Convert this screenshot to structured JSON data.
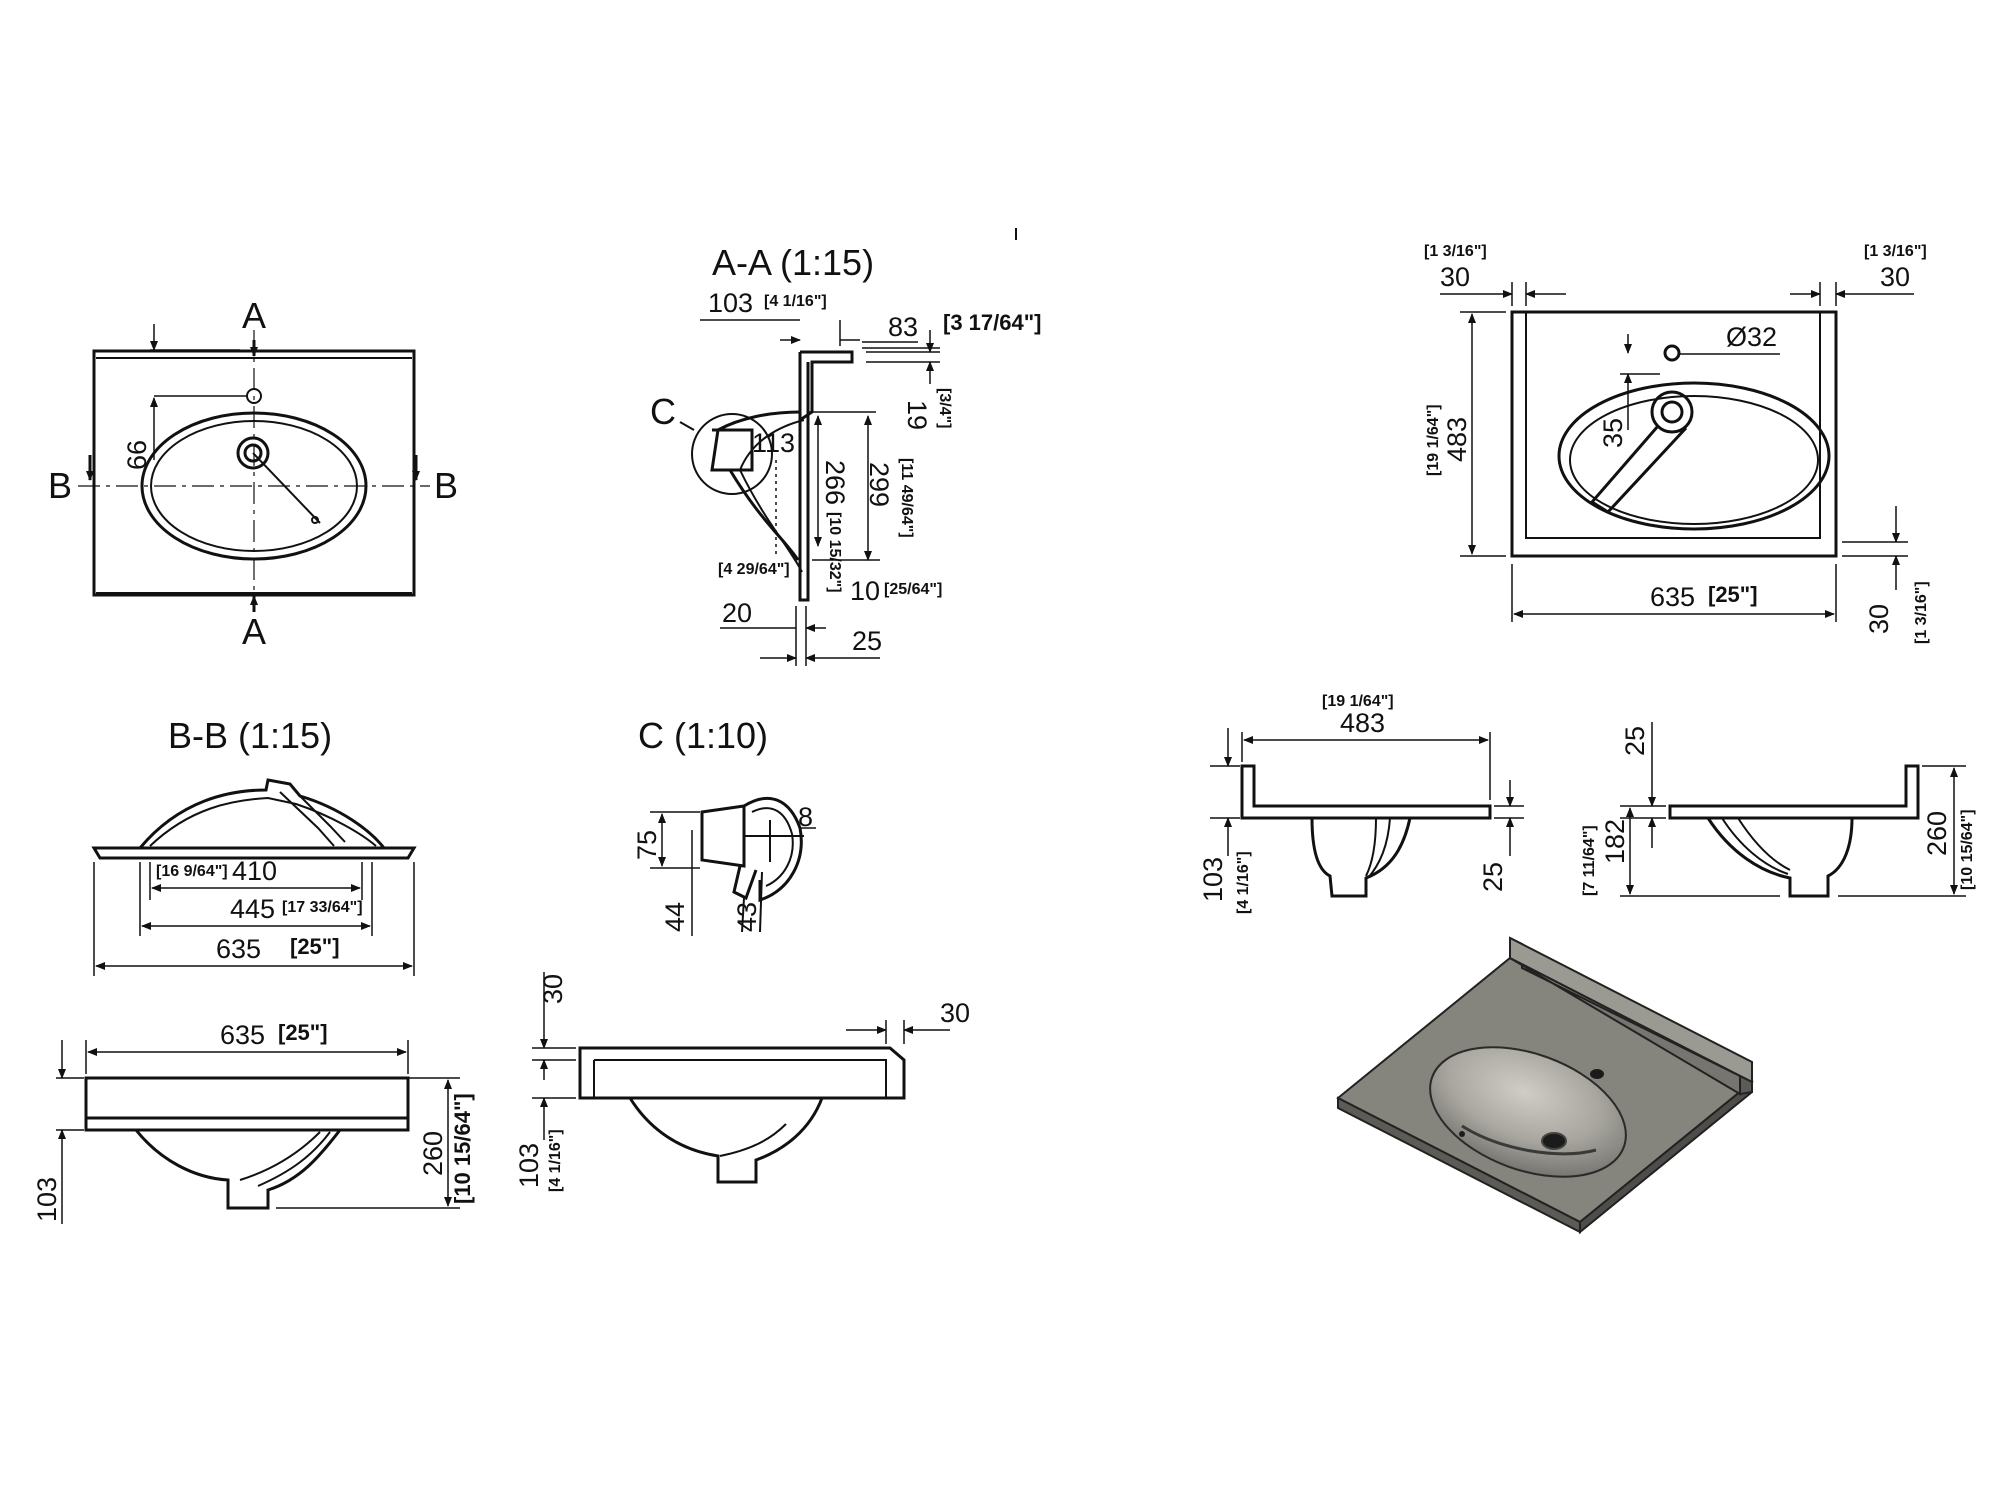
{
  "views": {
    "top_left": {
      "section_a": "A",
      "section_b": "B",
      "dim_hole": "66"
    },
    "section_aa": {
      "title": "A-A (1:15)",
      "dim_103": "103",
      "dim_103_in": "[4 1/16\"]",
      "dim_83": "83",
      "dim_83_in": "[3 17/64\"]",
      "dim_19": "19",
      "dim_19_in": "[3/4\"]",
      "detail_label": "C",
      "dim_113": "113",
      "dim_113_in": "[4 29/64\"]",
      "dim_266": "266",
      "dim_266_in": "[10 15/32\"]",
      "dim_299": "299",
      "dim_299_in": "[11 49/64\"]",
      "dim_10": "10",
      "dim_10_in": "[25/64\"]",
      "dim_20": "20",
      "dim_25": "25"
    },
    "top_right": {
      "dim_30_left": "30",
      "dim_30_left_in": "[1 3/16\"]",
      "dim_30_right": "30",
      "dim_30_right_in": "[1 3/16\"]",
      "dim_hole": "Ø32",
      "dim_35": "35",
      "dim_483": "483",
      "dim_483_in": "[19 1/64\"]",
      "dim_635": "635",
      "dim_635_in": "[25\"]",
      "dim_30_bottom": "30",
      "dim_30_bottom_in": "[1 3/16\"]"
    },
    "section_bb": {
      "title": "B-B (1:15)",
      "dim_410": "410",
      "dim_410_in": "[16 9/64\"]",
      "dim_445": "445",
      "dim_445_in": "[17 33/64\"]",
      "dim_635": "635",
      "dim_635_in": "[25\"]"
    },
    "detail_c": {
      "title": "C (1:10)",
      "dim_75": "75",
      "dim_44": "44",
      "dim_43": "43",
      "dim_8": "8"
    },
    "side_right_a": {
      "dim_483": "483",
      "dim_483_in": "[19 1/64\"]",
      "dim_103": "103",
      "dim_103_in": "[4 1/16\"]",
      "dim_25": "25"
    },
    "side_right_b": {
      "dim_25": "25",
      "dim_182": "182",
      "dim_182_in": "[7 11/64\"]",
      "dim_260": "260",
      "dim_260_in": "[10 15/64\"]"
    },
    "front_bottom": {
      "dim_635": "635",
      "dim_635_in": "[25\"]",
      "dim_103": "103",
      "dim_260": "260",
      "dim_260_in": "[10 15/64\"]"
    },
    "side_bottom": {
      "dim_30_top": "30",
      "dim_30_right": "30",
      "dim_103": "103",
      "dim_103_in": "[4 1/16\"]"
    }
  },
  "colors": {
    "line": "#111111",
    "model_top": "#85847d",
    "model_side": "#5c5b56"
  }
}
